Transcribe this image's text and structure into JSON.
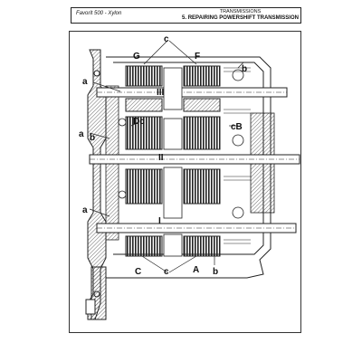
{
  "header": {
    "model": "Favorit 500 - Xylon",
    "section": "TRANSMISSIONS",
    "title": "5. REPAIRING POWERSHIFT TRANSMISSION"
  },
  "diagram": {
    "labels": {
      "c_top": "c",
      "G": "G",
      "F": "F",
      "b_top": "b",
      "a_upper": "a",
      "III": "III",
      "Dc": "Dc",
      "cB": "cB",
      "a_mid": "a",
      "b_mid": "b",
      "II": "II",
      "a_lower": "a",
      "I": "I",
      "C": "C",
      "c_bottom": "c",
      "A": "A",
      "b_bottom": "b"
    }
  }
}
